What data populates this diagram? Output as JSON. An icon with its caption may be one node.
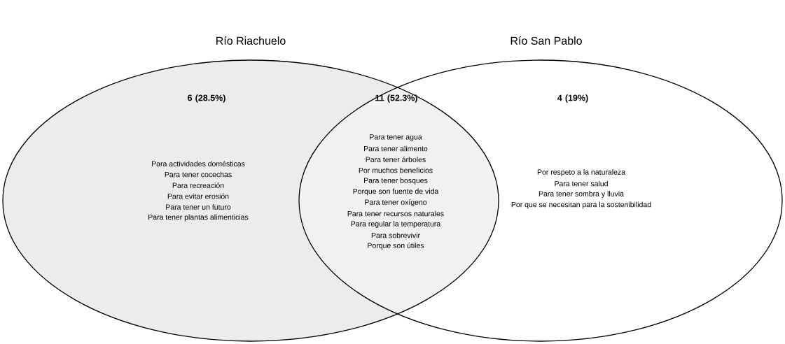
{
  "diagram": {
    "nodes": [
      {
        "text": [
          "Río Riachuelo"
        ]
      },
      {
        "text": [
          "Río San Pablo"
        ]
      }
    ],
    "labels": [
      "6 (28.5%)",
      "11 (52.3%)",
      "4 (19%)",
      "Para actividades domésticas",
      "Para tener cocechas",
      "Para recreación",
      "Para evitar erosión",
      "Para tener un futuro",
      "Para tener plantas alimenticias",
      "Para tener agua",
      "Para tener alimento",
      "Para tener árboles",
      "Por muchos beneficios",
      "Para tener bosques",
      "Porque son fuente de vida",
      "Para tener oxígeno",
      "Para tener recursos naturales",
      "Para regular la temperatura",
      "Para sobrevivir",
      "Porque son útiles",
      "Por respeto a la naturaleza",
      "Para tener salud",
      "Para tener sombra y lluvia",
      "Por que se necesitan para la sostenibilidad"
    ]
  }
}
